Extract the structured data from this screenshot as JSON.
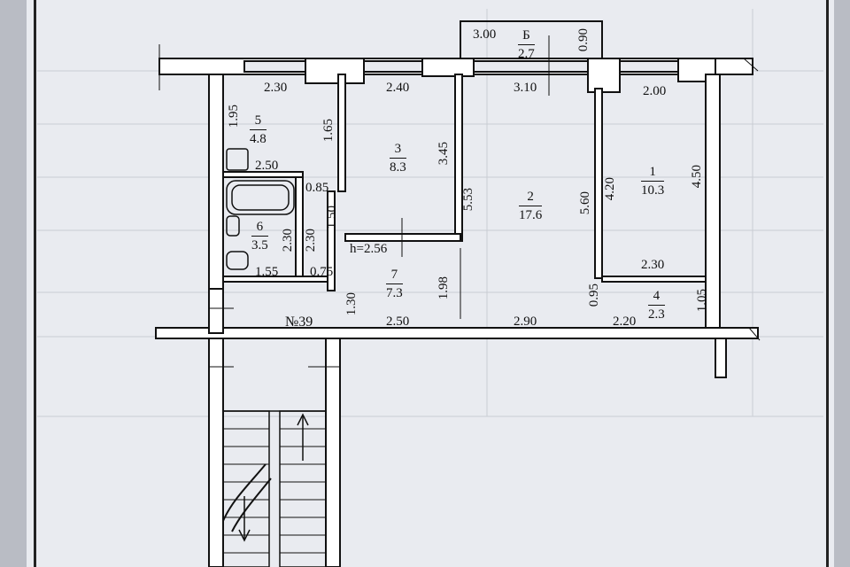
{
  "balcony": {
    "num": "Б",
    "area": "2.7",
    "width": "3.00",
    "depth": "0.90"
  },
  "rooms": [
    {
      "id": "room-1",
      "num": "1",
      "area": "10.3"
    },
    {
      "id": "room-2",
      "num": "2",
      "area": "17.6"
    },
    {
      "id": "room-3",
      "num": "3",
      "area": "8.3"
    },
    {
      "id": "room-4",
      "num": "4",
      "area": "2.3"
    },
    {
      "id": "room-5",
      "num": "5",
      "area": "4.8"
    },
    {
      "id": "room-6",
      "num": "6",
      "area": "3.5"
    },
    {
      "id": "room-7",
      "num": "7",
      "area": "7.3"
    }
  ],
  "dims": {
    "d230_top": "2.30",
    "d240": "2.40",
    "d310": "3.10",
    "d200": "2.00",
    "d195": "1.95",
    "d165": "1.65",
    "d345": "3.45",
    "d250_bath": "2.50",
    "d085": "0.85",
    "d150": "1.50",
    "d553": "5.53",
    "d560": "5.60",
    "d420": "4.20",
    "d450": "4.50",
    "d230_r1": "2.30",
    "d230_wc_a": "2.30",
    "d230_wc_b": "2.30",
    "d155": "1.55",
    "d075": "0.75",
    "d130": "1.30",
    "d250_hall": "2.50",
    "d198": "1.98",
    "d290": "2.90",
    "d095": "0.95",
    "d220": "2.20",
    "d105": "1.05"
  },
  "height_label": "h=2.56",
  "apartment_no": "№39",
  "colors": {
    "paper": "#e9ebf0",
    "wall": "#ffffff",
    "ink": "#111111",
    "shadow": "#b9bcc4"
  }
}
